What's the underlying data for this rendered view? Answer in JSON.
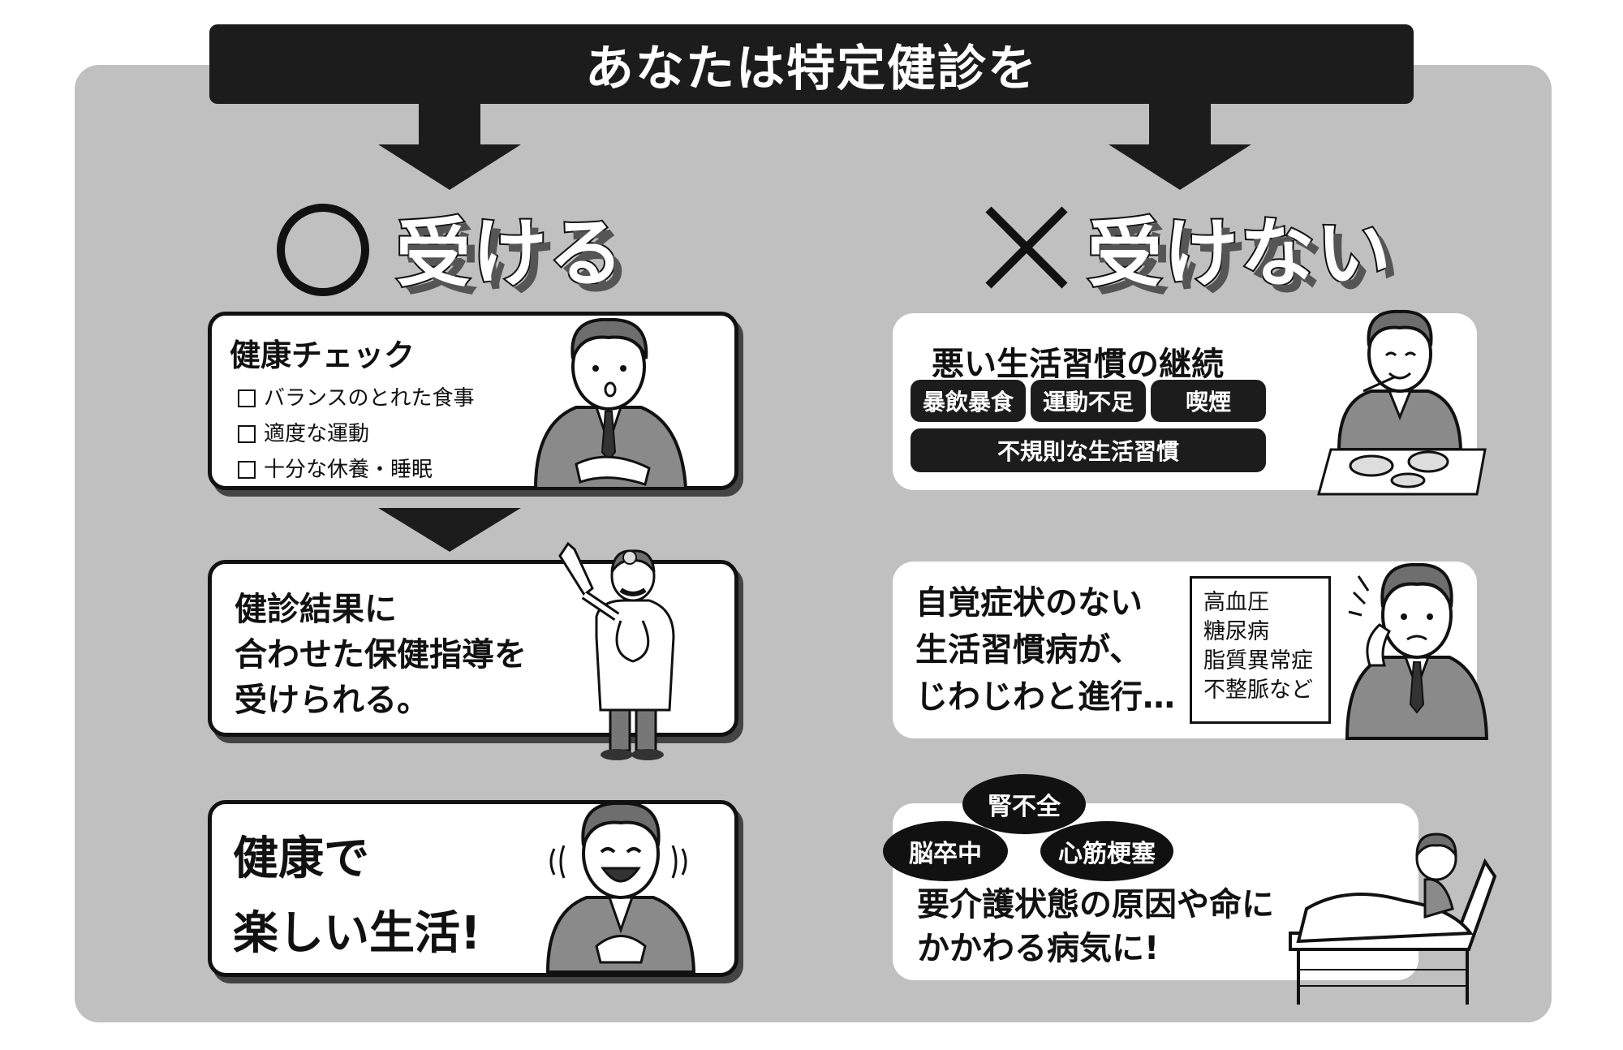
{
  "title": "あなたは特定健診を",
  "left": {
    "heading": "受ける",
    "symbol": "circle-icon",
    "card1": {
      "title": "健康チェック",
      "items": [
        "バランスのとれた食事",
        "適度な運動",
        "十分な休養・睡眠"
      ]
    },
    "card2": {
      "text": "健診結果に\n合わせた保健指導を\n受けられる。"
    },
    "card3": {
      "text": "健康で\n楽しい生活!"
    }
  },
  "right": {
    "heading": "受けない",
    "symbol": "cross-icon",
    "card1": {
      "title": "悪い生活習慣の継続",
      "tags": [
        "暴飲暴食",
        "運動不足",
        "喫煙"
      ],
      "tag_wide": "不規則な生活習慣"
    },
    "card2": {
      "text": "自覚症状のない\n生活習慣病が、\nじわじわと進行…",
      "diseases": [
        "高血圧",
        "糖尿病",
        "脂質異常症",
        "不整脈など"
      ]
    },
    "card3": {
      "bubbles": [
        "腎不全",
        "脳卒中",
        "心筋梗塞"
      ],
      "text": "要介護状態の原因や命に\nかかわる病気に!"
    }
  }
}
